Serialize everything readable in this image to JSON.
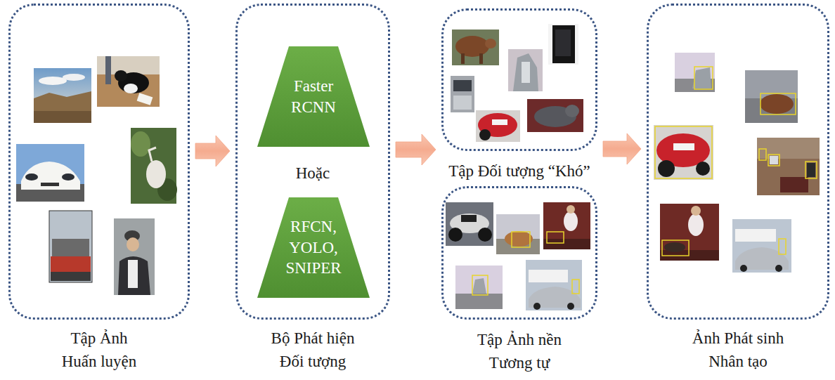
{
  "diagram": {
    "nodes": [
      {
        "text": [
          "Tập Ảnh Huấn luyện"
        ]
      },
      {
        "text": [
          "Bộ Phát hiện Đối tượng"
        ]
      },
      {
        "text": [
          "Faster RCNN"
        ],
        "in": 1
      },
      {
        "text": [
          "RFCN, YOLO, SNIPER"
        ],
        "in": 1
      },
      {
        "text": [
          "Tập Đối tượng “Khó”"
        ]
      },
      {
        "text": [
          "Tập Ảnh nền Tương tự"
        ]
      },
      {
        "text": [
          "Ảnh Phát sinh Nhân tạo"
        ]
      }
    ],
    "edges": [
      {
        "from": 0,
        "to": 1,
        "arrow": "to"
      },
      {
        "from": 1,
        "to": 4,
        "arrow": "to"
      },
      {
        "from": 4,
        "to": 6,
        "arrow": "to"
      }
    ],
    "labels": [
      "Hoặc"
    ]
  }
}
